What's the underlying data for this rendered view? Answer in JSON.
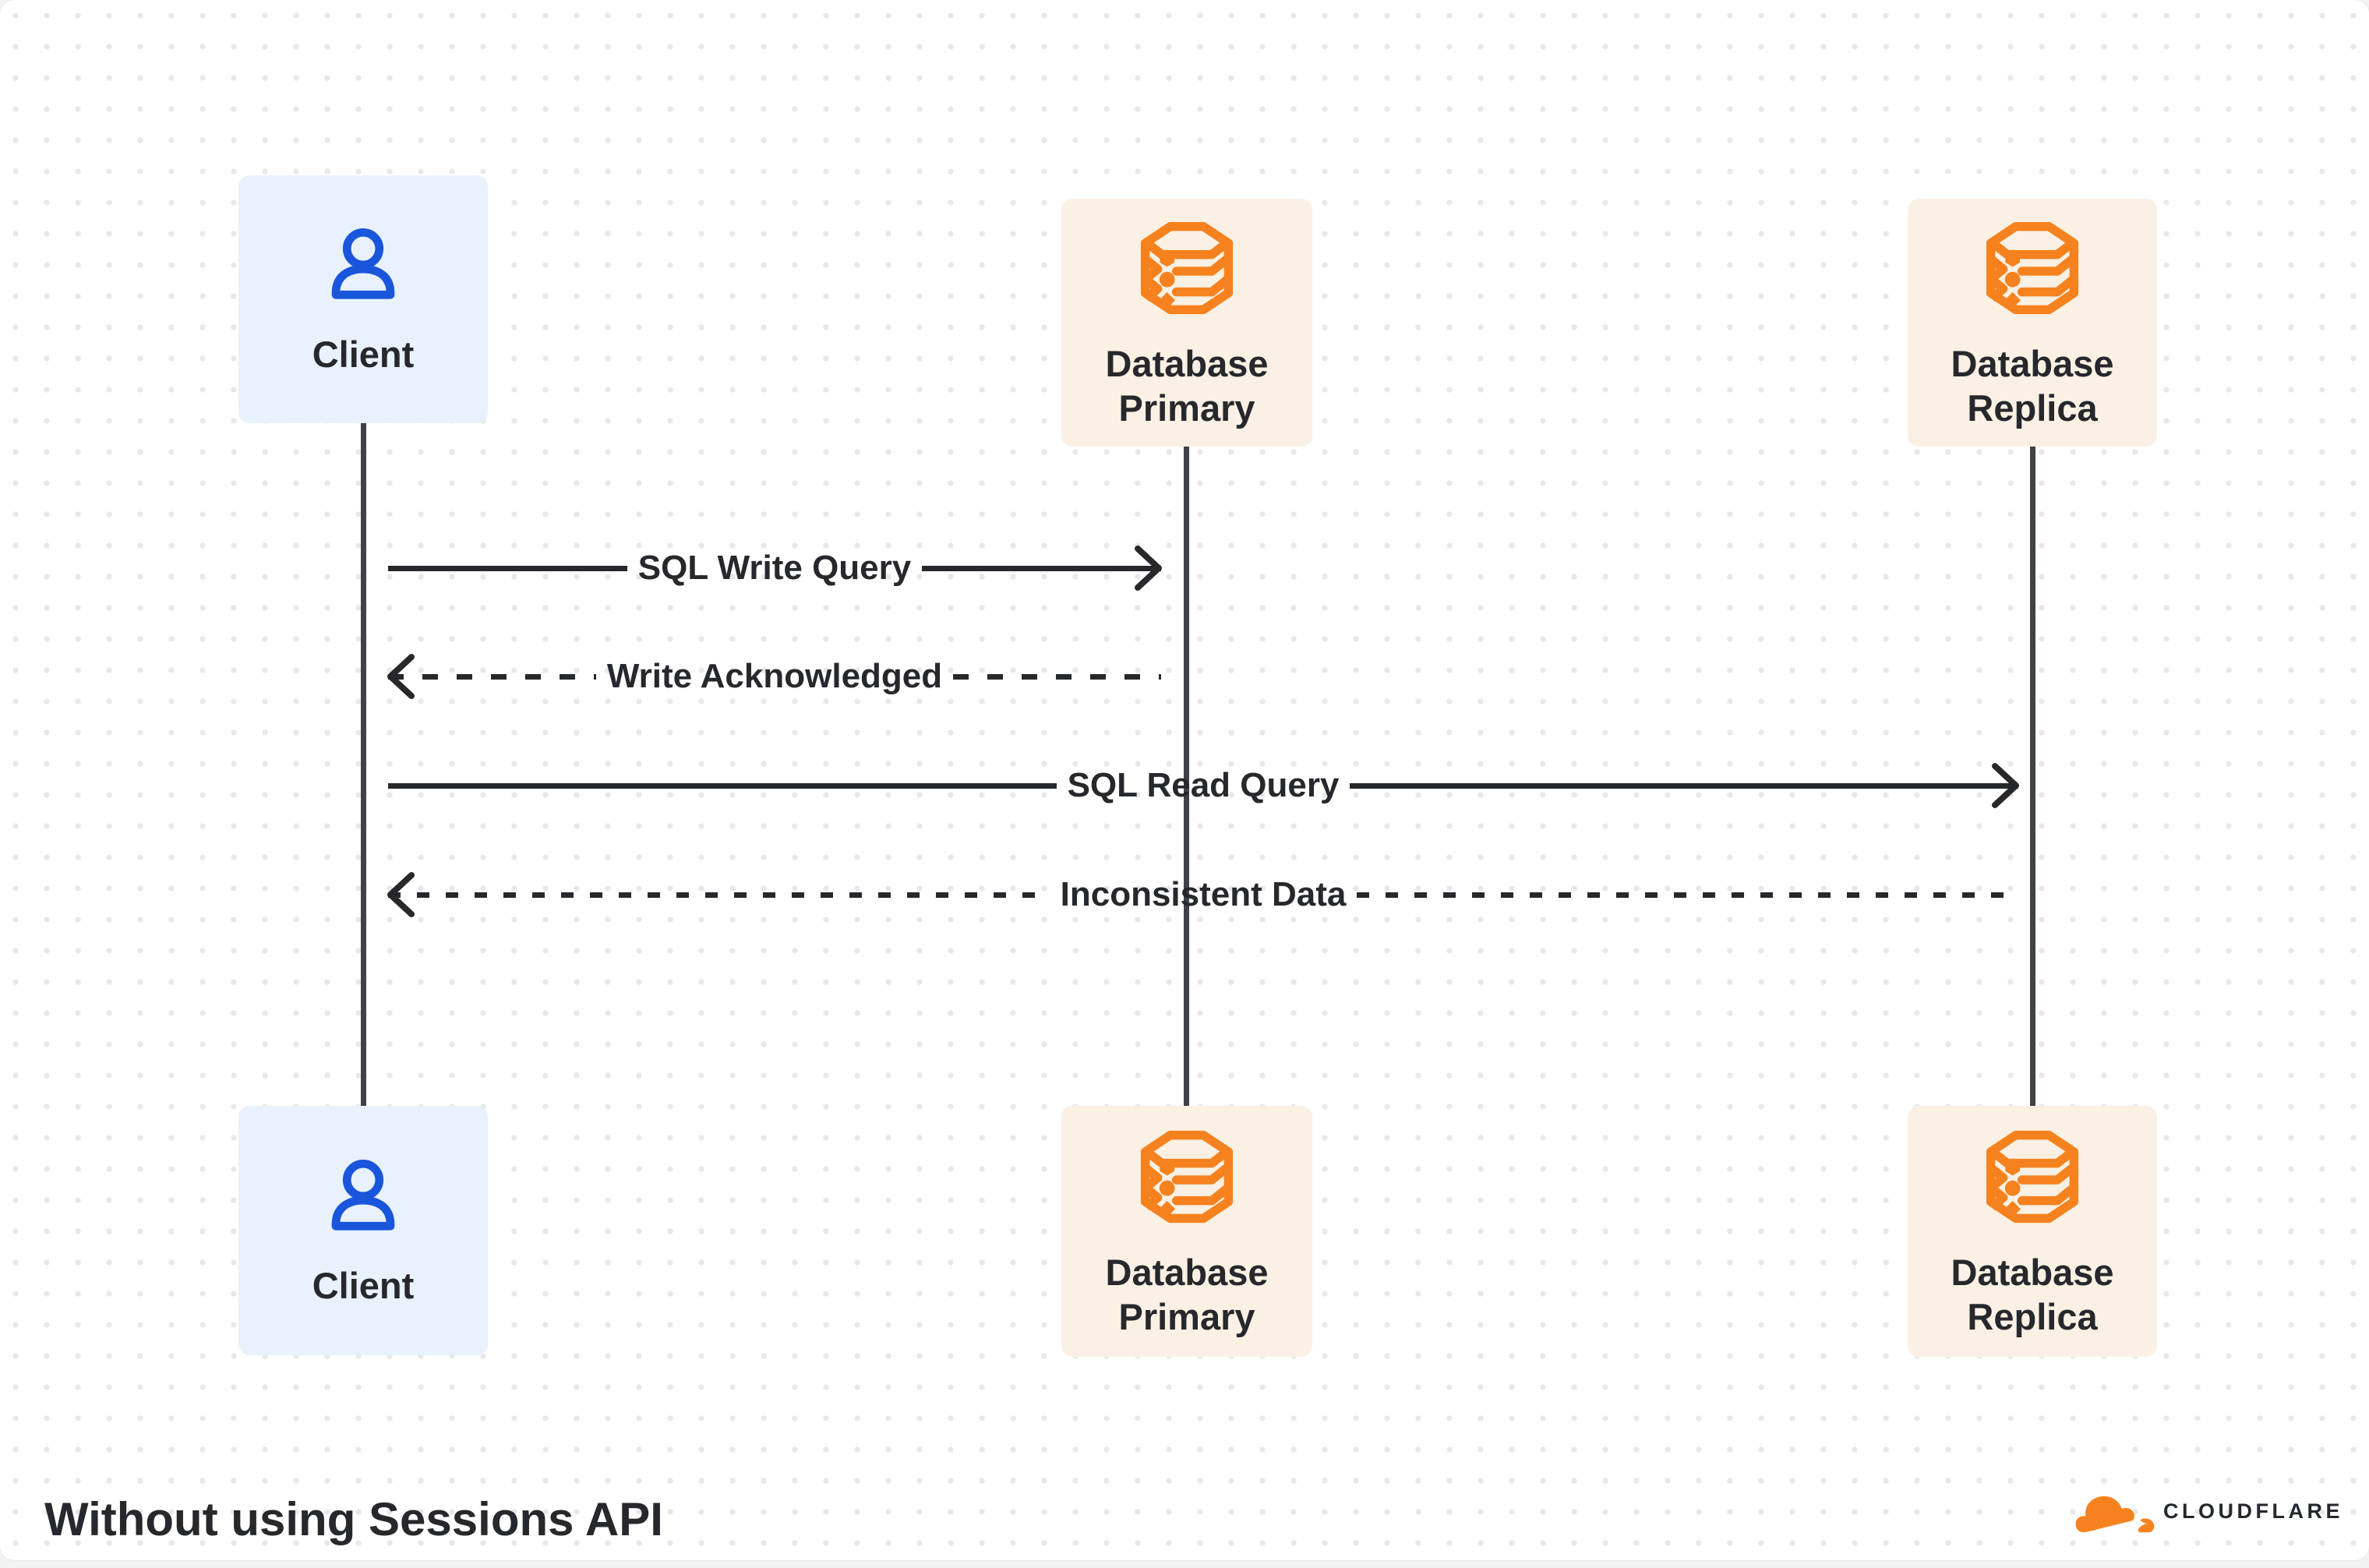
{
  "title": "Without using Sessions API",
  "brand": {
    "name": "CLOUDFLARE"
  },
  "actors": {
    "client": {
      "label": "Client",
      "icon": "user-icon",
      "box_color": "#E9F1FD",
      "icon_color": "#1A56DB"
    },
    "primary": {
      "label": "Database Primary",
      "icon": "database-icon",
      "box_color": "#FAF1E4",
      "icon_color": "#F6821F"
    },
    "replica": {
      "label": "Database Replica",
      "icon": "database-icon",
      "box_color": "#FAF1E4",
      "icon_color": "#F6821F"
    }
  },
  "messages": [
    {
      "label": "SQL Write Query",
      "from": "client",
      "to": "primary",
      "line": "solid",
      "direction": "right"
    },
    {
      "label": "Write Acknowledged",
      "from": "primary",
      "to": "client",
      "line": "dashed",
      "direction": "left"
    },
    {
      "label": "SQL Read Query",
      "from": "client",
      "to": "replica",
      "line": "solid",
      "direction": "right"
    },
    {
      "label": "Inconsistent Data",
      "from": "replica",
      "to": "client",
      "line": "dashed",
      "direction": "left"
    }
  ],
  "colors": {
    "text": "#26282C",
    "arrow": "#26282C",
    "lifeline": "#3F4246",
    "client_blue": "#1A56DB",
    "cloudflare_orange": "#F6821F",
    "client_box_bg": "#E9F1FD",
    "database_box_bg": "#FAF1E4",
    "dot_grid": "#E8E8E8",
    "canvas_bg": "#FFFFFF"
  }
}
